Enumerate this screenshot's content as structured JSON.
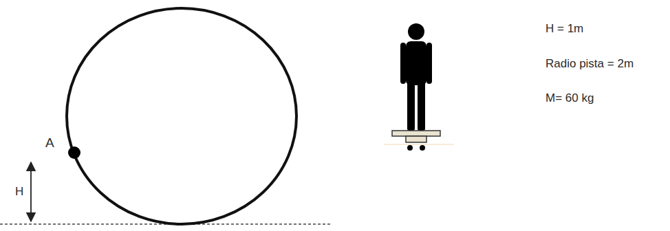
{
  "diagram": {
    "labels": [
      "A",
      "H",
      "H = 1m",
      "Radio pista = 2m",
      "M= 60 kg"
    ]
  }
}
